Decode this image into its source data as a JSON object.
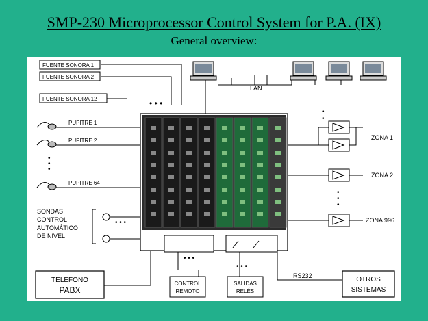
{
  "title": "SMP-230 Microprocessor Control System for P.A. (IX)",
  "subtitle": "General overview:",
  "sources": [
    "FUENTE SONORA 1",
    "FUENTE SONORA 2",
    "FUENTE SONORA 12"
  ],
  "desks": [
    "PUPITRE 1",
    "PUPITRE 2",
    "PUPITRE 64"
  ],
  "probes": [
    "SONDAS",
    "CONTROL",
    "AUTOMÁTICO",
    "DE NIVEL"
  ],
  "lan_label": "LAN",
  "zones": [
    "ZONA 1",
    "ZONA 2",
    "ZONA 996"
  ],
  "rs232_label": "RS232",
  "telefono": [
    "TELEFONO",
    "PABX"
  ],
  "control_remoto": [
    "CONTROL",
    "REMOTO"
  ],
  "salidas": [
    "SALIDAS",
    "RELÉS"
  ],
  "otros": [
    "OTROS",
    "SISTEMAS"
  ],
  "colors": {
    "background": "#22b08c",
    "panel": "#ffffff",
    "line": "#000000",
    "rack": "#2b2b2b",
    "card_green": "#1f6b3a",
    "card_dark": "#1a1a1a"
  }
}
